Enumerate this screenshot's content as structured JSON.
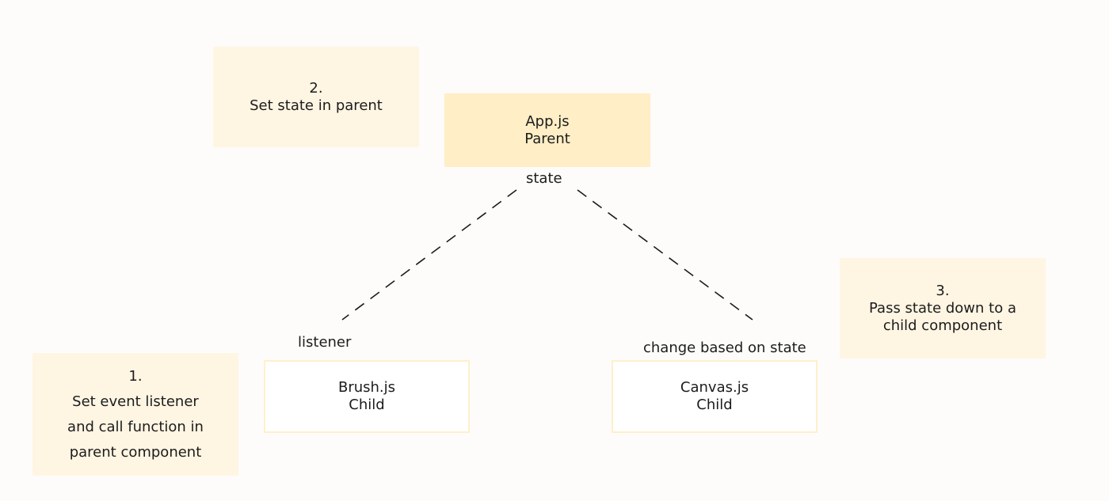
{
  "parent": {
    "name": "App.js",
    "role": "Parent"
  },
  "children": {
    "brush": {
      "name": "Brush.js",
      "role": "Child"
    },
    "canvas": {
      "name": "Canvas.js",
      "role": "Child"
    }
  },
  "labels": {
    "state": "state",
    "listener": "listener",
    "change": "change based on state"
  },
  "notes": {
    "step1": {
      "number": "1.",
      "lines": [
        "Set event listener",
        "and call function in",
        "parent component"
      ]
    },
    "step2": {
      "number": "2.",
      "lines": [
        "Set state in parent"
      ]
    },
    "step3": {
      "number": "3.",
      "lines": [
        "Pass state down to a",
        "child component"
      ]
    }
  },
  "colors": {
    "note_bg": "#fff5e3",
    "parent_bg": "#ffeec6",
    "child_border": "#fff0cc",
    "connector": "#1c1c1c"
  }
}
